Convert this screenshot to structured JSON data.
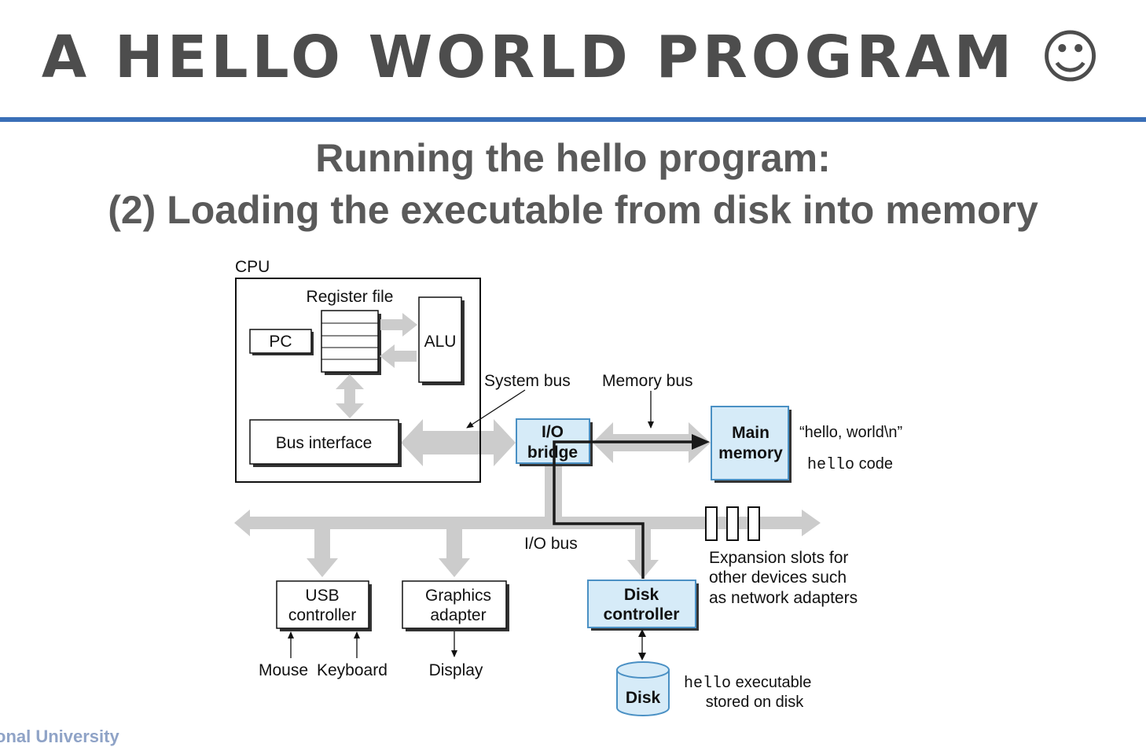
{
  "slide": {
    "title": "A HELLO WORLD PROGRAM ☺",
    "subtitle_line1": "Running the hello program:",
    "subtitle_line2": "(2) Loading the executable from disk into memory",
    "footer_fragment": "onal University"
  },
  "diagram": {
    "cpu_label": "CPU",
    "register_file_label": "Register file",
    "pc_label": "PC",
    "alu_label": "ALU",
    "bus_interface_label": "Bus interface",
    "system_bus_label": "System bus",
    "memory_bus_label": "Memory bus",
    "io_bridge_line1": "I/O",
    "io_bridge_line2": "bridge",
    "main_memory_line1": "Main",
    "main_memory_line2": "memory",
    "memory_content1": "“hello, world\\n”",
    "memory_content2_code": "hello",
    "memory_content2_text": " code",
    "io_bus_label": "I/O bus",
    "expansion_line1": "Expansion slots for",
    "expansion_line2": "other devices such",
    "expansion_line3": "as network adapters",
    "usb_line1": "USB",
    "usb_line2": "controller",
    "graphics_line1": "Graphics",
    "graphics_line2": "adapter",
    "disk_ctrl_line1": "Disk",
    "disk_ctrl_line2": "controller",
    "mouse_label": "Mouse",
    "keyboard_label": "Keyboard",
    "display_label": "Display",
    "disk_label": "Disk",
    "disk_note_code": "hello",
    "disk_note_text": " executable",
    "disk_note_line2": "stored on disk"
  },
  "colors": {
    "title_rule": "#3a6fb7",
    "highlight_fill": "#d6ebf8",
    "highlight_stroke": "#4a90c4",
    "bus_gray": "#cccccc"
  }
}
